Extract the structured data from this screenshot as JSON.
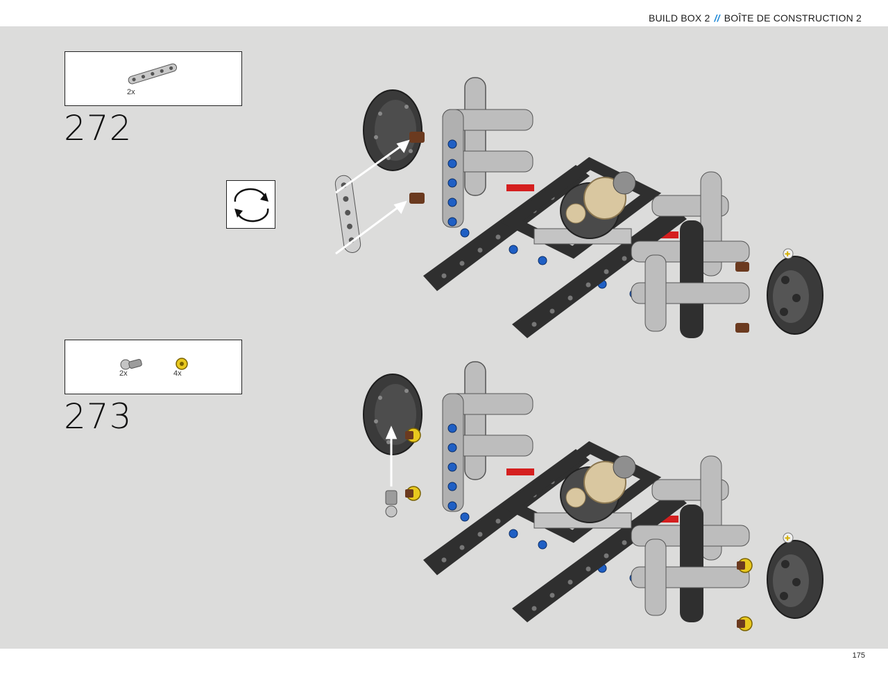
{
  "header": {
    "title_en": "BUILD BOX 2",
    "separator": "//",
    "title_fr": "BOÎTE DE CONSTRUCTION 2"
  },
  "steps": [
    {
      "number": "272",
      "parts": [
        {
          "icon": "gray-technic-beam-5-icon",
          "qty": "2x"
        }
      ],
      "rotate_icon": "rotate-model-icon"
    },
    {
      "number": "273",
      "parts": [
        {
          "icon": "gray-pin-connector-icon",
          "qty": "2x"
        },
        {
          "icon": "yellow-bushing-icon",
          "qty": "4x"
        }
      ]
    }
  ],
  "colors": {
    "background": "#dcdcdb",
    "accent": "#1e88d6",
    "beam_dark": "#2f2f2f",
    "beam_light": "#b9b9b9",
    "pin_blue": "#1f5fc4",
    "axle_red": "#d51f1f",
    "bushing_yellow": "#e8c81e",
    "axle_brown": "#6b3a1f"
  },
  "footer": {
    "page_number": "175"
  }
}
